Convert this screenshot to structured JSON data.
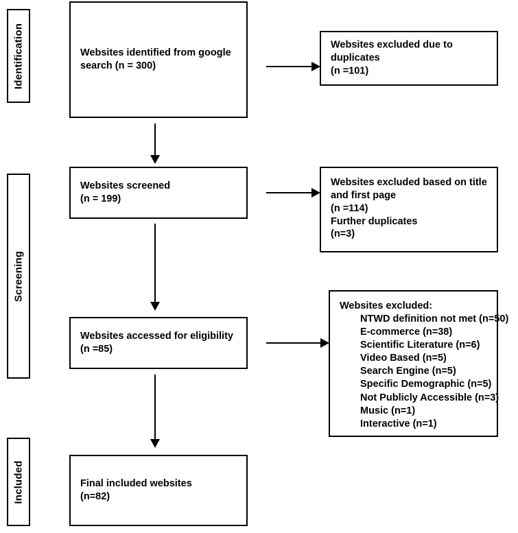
{
  "diagram": {
    "title": "PRISMA website selection flow diagram",
    "type": "flowchart",
    "line_color": "#000000",
    "background_color": "#ffffff"
  },
  "stages": [
    {
      "id": "identification",
      "label": "Identification"
    },
    {
      "id": "screening",
      "label": "Screening"
    },
    {
      "id": "included",
      "label": "Included"
    }
  ],
  "boxes": {
    "identified": {
      "text": "Websites identified from google search (n = 300)",
      "count": 300
    },
    "duplicates_excluded": {
      "text": "Websites excluded due to duplicates\n(n =101)",
      "count": 101
    },
    "screened": {
      "text": "Websites screened\n(n = 199)",
      "count": 199
    },
    "title_page_excluded": {
      "text": "Websites excluded based on title and first page\n(n =114)\nFurther duplicates\n(n=3)",
      "count": 114,
      "further_duplicates": 3
    },
    "eligibility": {
      "text": "Websites accessed for eligibility\n(n =85)",
      "count": 85
    },
    "excluded_reasons": {
      "heading": "Websites excluded:",
      "items": [
        "NTWD definition not met (n=50)",
        "E-commerce (n=38)",
        "Scientific Literature (n=6)",
        "Video Based (n=5)",
        "Search Engine (n=5)",
        "Specific Demographic (n=5)",
        "Not Publicly Accessible (n=3)",
        "Music (n=1)",
        "Interactive (n=1)"
      ]
    },
    "final_included": {
      "text": "Final included websites\n(n=82)",
      "count": 82
    }
  },
  "connectors": [
    {
      "id": "identified-to-screened",
      "direction": "down"
    },
    {
      "id": "identified-to-duplicates",
      "direction": "right"
    },
    {
      "id": "screened-to-eligibility",
      "direction": "down"
    },
    {
      "id": "screened-to-title-excluded",
      "direction": "right"
    },
    {
      "id": "eligibility-to-final",
      "direction": "down"
    },
    {
      "id": "eligibility-to-excluded-reasons",
      "direction": "right"
    }
  ]
}
